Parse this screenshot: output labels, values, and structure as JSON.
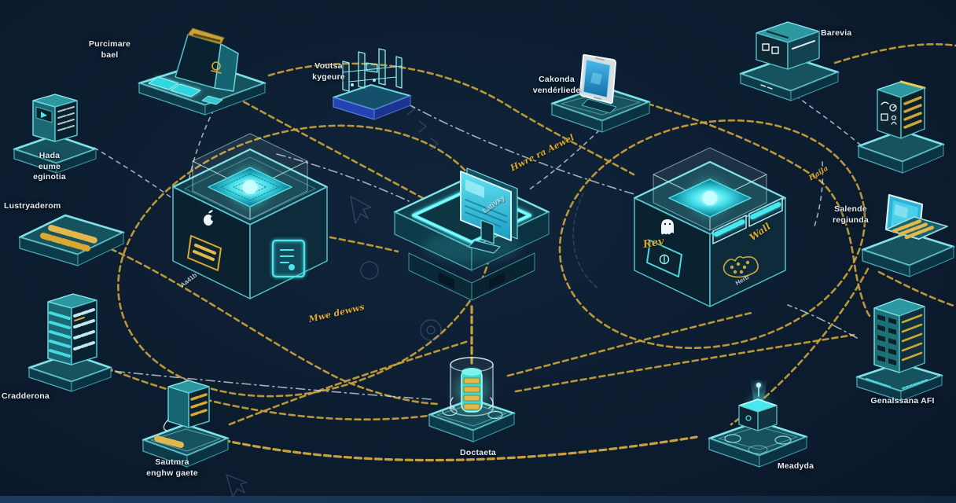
{
  "background": "#0b1a2c",
  "palette": {
    "teal_edge": "#7fe3e8",
    "cyan_glow": "#49e8ef",
    "gold_line": "#c9a23a",
    "white_line": "#cdd6df",
    "label_color": "#e4ecf4"
  },
  "nodes": {
    "pos_terminal": {
      "label": "Purcimare\nbael"
    },
    "kiosk_left": {
      "label": "Hada\neume\neginotia"
    },
    "ledger_card": {
      "label": "Lustryaderom"
    },
    "server_tower": {
      "label": "Cradderona"
    },
    "gateway": {
      "label": "Sautmra\nenghw gaete"
    },
    "scanner_rig": {
      "label": "Voutsa\nkygeure"
    },
    "chip_cube_left": {
      "corner_text": "Aa41b"
    },
    "monitor_hub": {
      "side_text": "LatiVky"
    },
    "data_capsule": {
      "label": "Doctaeta"
    },
    "phone_dock": {
      "label": "Cakonda\nvendérliede"
    },
    "box_module": {
      "label": "Barevia"
    },
    "chip_cube_right": {
      "script_left": "Rev",
      "script_right": "Wall",
      "corner_text": "Herb"
    },
    "laptop": {
      "label": "Salende\nregiunda"
    },
    "office_tower": {
      "label": "Genalssana AFI"
    },
    "beacon": {
      "label": "Meadyda"
    }
  },
  "annotations": {
    "flow_script_1": "Hwre ra Aewel",
    "flow_script_2": "Mwe dewws",
    "flow_script_3": "Haila"
  }
}
